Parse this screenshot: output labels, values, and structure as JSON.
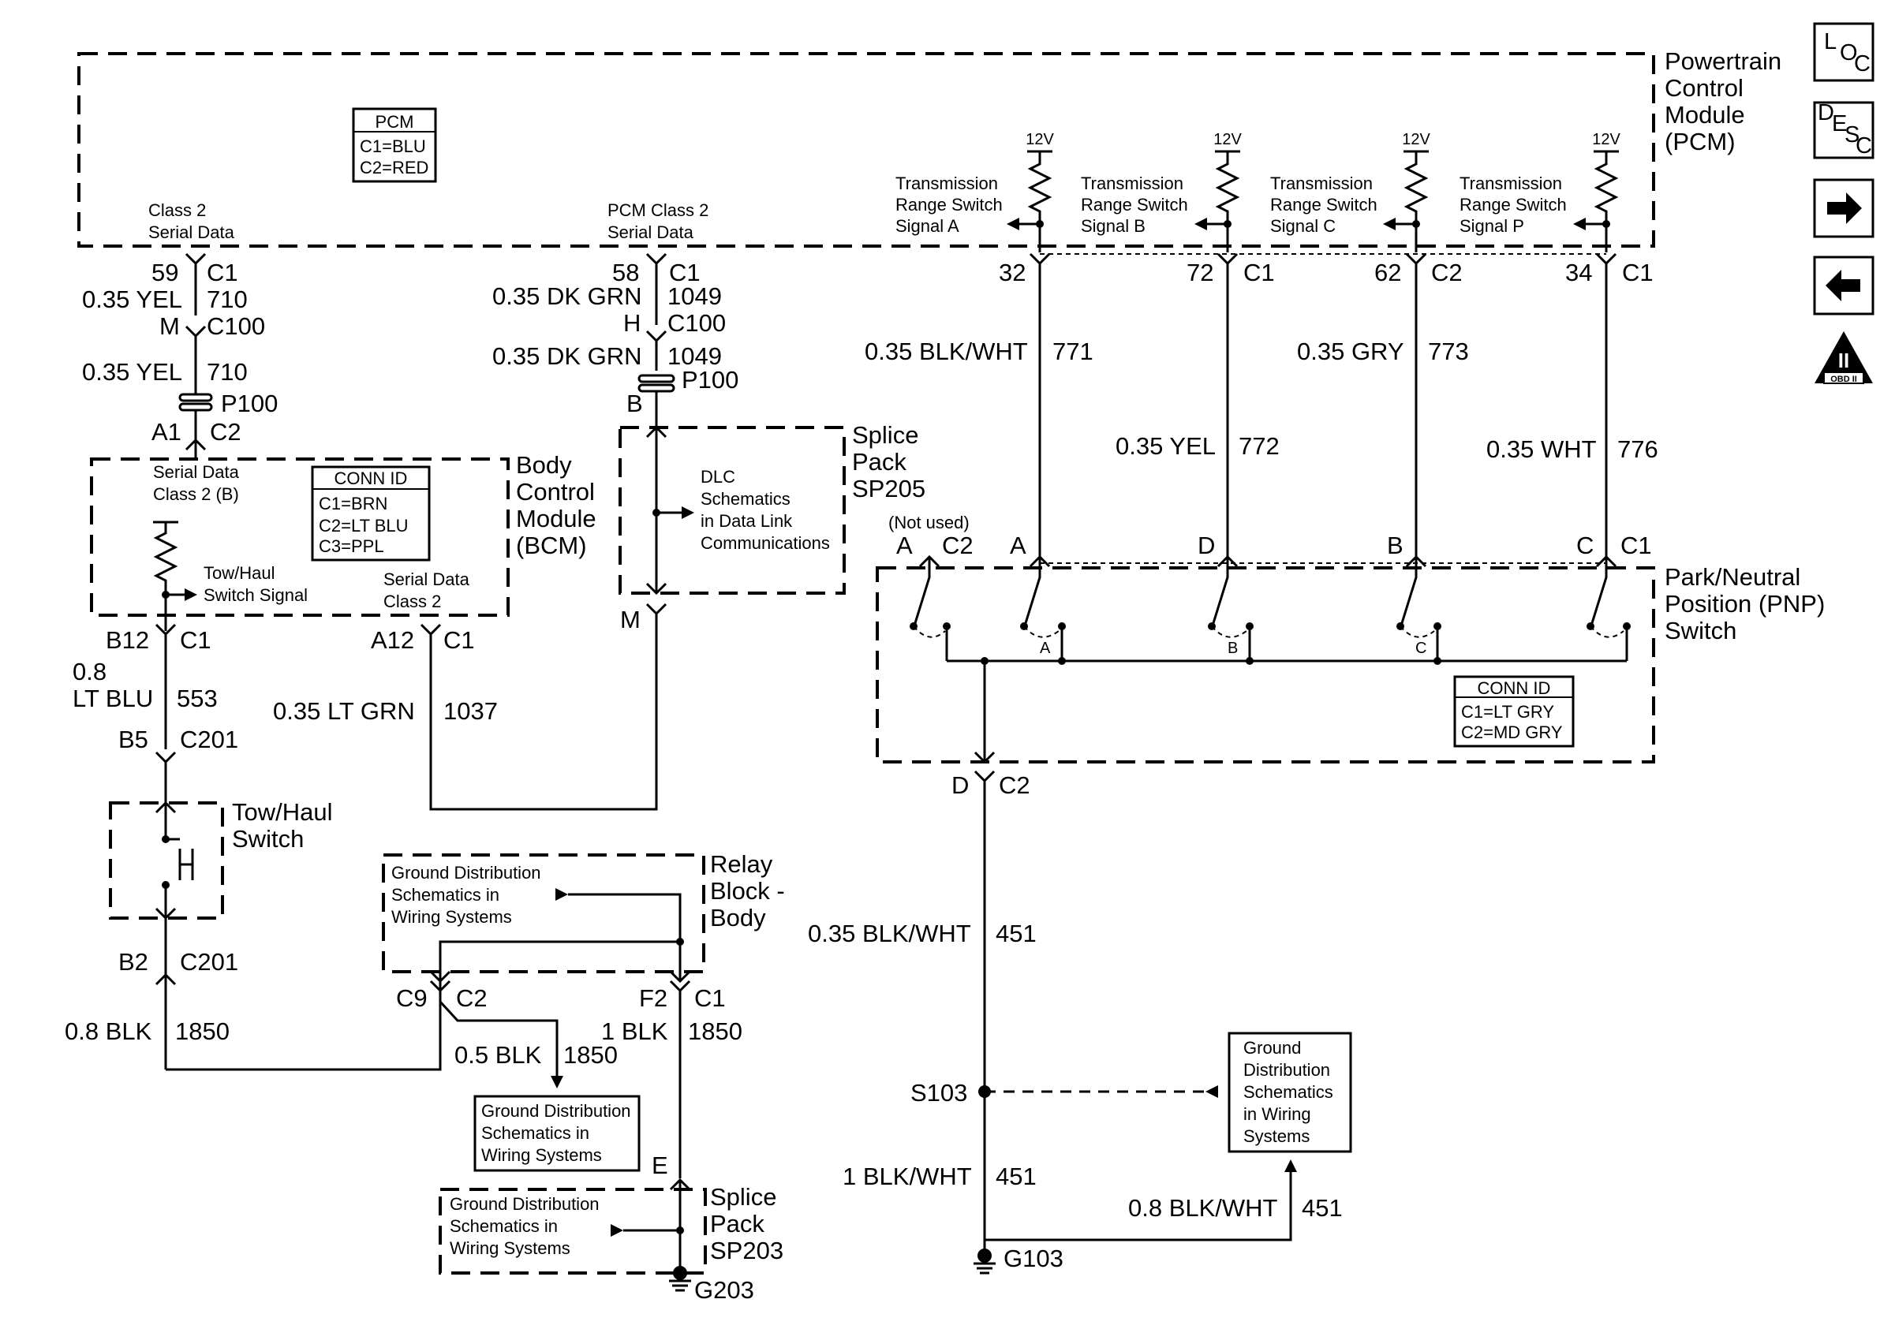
{
  "modules": {
    "pcm": {
      "name": [
        "Powertrain",
        "Control",
        "Module",
        "(PCM)"
      ]
    },
    "bcm": {
      "name": [
        "Body",
        "Control",
        "Module",
        "(BCM)"
      ]
    },
    "sp205": {
      "name": [
        "Splice",
        "Pack",
        "SP205"
      ]
    },
    "pnp": {
      "name": [
        "Park/Neutral",
        "Position (PNP)",
        "Switch"
      ]
    },
    "tow_haul": {
      "name": [
        "Tow/Haul",
        "Switch"
      ]
    },
    "relay_block": {
      "name": [
        "Relay",
        "Block -",
        "Body"
      ]
    },
    "sp203": {
      "name": [
        "Splice",
        "Pack",
        "SP203"
      ]
    }
  },
  "pcm_conn": {
    "title": "PCM",
    "lines": [
      "C1=BLU",
      "C2=RED"
    ]
  },
  "bcm_conn": {
    "title": "CONN ID",
    "lines": [
      "C1=BRN",
      "C2=LT BLU",
      "C3=PPL"
    ]
  },
  "pnp_conn": {
    "title": "CONN ID",
    "lines": [
      "C1=LT GRY",
      "C2=MD GRY"
    ]
  },
  "pcm_inner": {
    "class2": [
      "Class 2",
      "Serial Data"
    ],
    "pcm_class2": [
      "PCM Class 2",
      "Serial Data"
    ],
    "volt": "12V",
    "signals": [
      [
        "Transmission",
        "Range Switch",
        "Signal A"
      ],
      [
        "Transmission",
        "Range Switch",
        "Signal B"
      ],
      [
        "Transmission",
        "Range Switch",
        "Signal C"
      ],
      [
        "Transmission",
        "Range Switch",
        "Signal P"
      ]
    ]
  },
  "bcm_inner": {
    "serial_b": [
      "Serial Data",
      "Class 2 (B)"
    ],
    "tow_signal": [
      "Tow/Haul",
      "Switch Signal"
    ],
    "serial_2": [
      "Serial Data",
      "Class 2"
    ]
  },
  "sp205_inner": [
    "DLC",
    "Schematics",
    "in Data Link",
    "Communications"
  ],
  "ground_dist": [
    "Ground Distribution",
    "Schematics in",
    "Wiring Systems"
  ],
  "ground_dist_box2": [
    "Ground",
    "Distribution",
    "Schematics",
    "in Wiring",
    "Systems"
  ],
  "labels": {
    "l59": "59",
    "c1": "C1",
    "c2": "C2",
    "c100": "C100",
    "c201": "C201",
    "yel710": "0.35 YEL",
    "n710": "710",
    "m": "M",
    "p100": "P100",
    "a1": "A1",
    "n58": "58",
    "dkgrn": "0.35 DK GRN",
    "n1049": "1049",
    "h": "H",
    "b": "B",
    "b12": "B12",
    "a12": "A12",
    "ltblu_a": "0.8",
    "ltblu_b": "LT BLU",
    "n553": "553",
    "ltgrn": "0.35 LT GRN",
    "n1037": "1037",
    "b5": "B5",
    "b2": "B2",
    "blk08": "0.8 BLK",
    "n1850": "1850",
    "c9": "C9",
    "f2": "F2",
    "blk05": "0.5 BLK",
    "blk1": "1 BLK",
    "e": "E",
    "g203": "G203",
    "n32": "32",
    "n72": "72",
    "n62": "62",
    "n34": "34",
    "blkwht035": "0.35 BLK/WHT",
    "n771": "771",
    "gry": "0.35 GRY",
    "n773": "773",
    "yel035": "0.35 YEL",
    "n772": "772",
    "wht": "0.35 WHT",
    "n776": "776",
    "not_used": "(Not used)",
    "pa": "A",
    "pd": "D",
    "pb": "B",
    "pc": "C",
    "sa": "A",
    "sb": "B",
    "sc": "C",
    "d": "D",
    "n451": "451",
    "s103": "S103",
    "blkwht1": "1 BLK/WHT",
    "blkwht08": "0.8 BLK/WHT",
    "g103": "G103"
  },
  "sidebar": {
    "loc": [
      "L",
      "O",
      "C"
    ],
    "desc": [
      "D",
      "E",
      "S",
      "C"
    ],
    "obd": "OBD II",
    "obd_num": "II"
  }
}
